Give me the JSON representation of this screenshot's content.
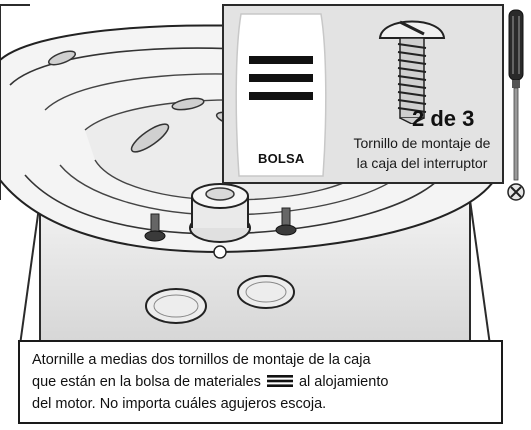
{
  "inset": {
    "bag_label": "BOLSA",
    "screw_count": "2 de 3",
    "screw_name_line1": "Tornillo de montaje de",
    "screw_name_line2": "la caja del interruptor"
  },
  "instruction": {
    "line1": "Atornille a medias dos tornillos de montaje de la caja",
    "line2_before_icon": "que están en la bolsa de materiales",
    "line2_after_icon": "al alojamiento",
    "line3": "del motor. No importa cuáles agujeros escoja."
  },
  "icons": {
    "bag_marker": "three-bars-icon",
    "tool": "screwdriver-icon",
    "fastener": "pan-head-screw-icon"
  }
}
